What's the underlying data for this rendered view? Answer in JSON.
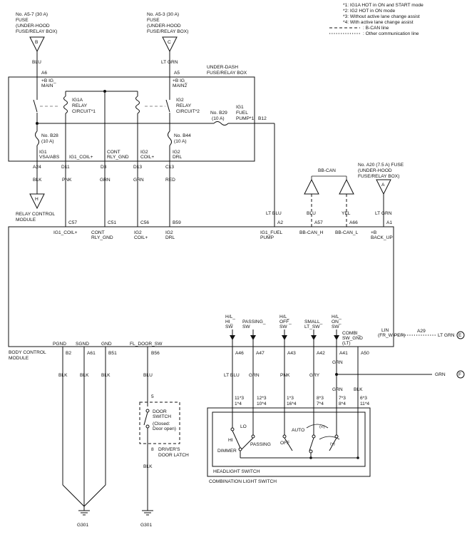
{
  "notes": [
    "*1: IG1A HOT in ON and START mode",
    "*2: IG2 HOT in ON mode",
    "*3: Without active lane change assist",
    "*4: With active lane change assist"
  ],
  "legend": {
    "bcan": ": B-CAN line",
    "other": ": Other communication line"
  },
  "fuses": {
    "a57": [
      "No. A5-7 (30 A)",
      "FUSE",
      "(UNDER-HOOD",
      "FUSE/RELAY BOX)"
    ],
    "a53": [
      "No. A5-3 (30 A)",
      "FUSE",
      "(UNDER-HOOD",
      "FUSE/RELAY BOX)"
    ],
    "a20": [
      "No. A20 (7.5 A) FUSE",
      "(UNDER-HOOD",
      "FUSE/RELAY BOX)"
    ],
    "b28": [
      "No. B28",
      "(10 A)"
    ],
    "b44": [
      "No. B44",
      "(10 A)"
    ],
    "b29": [
      "No. B29",
      "(10 A)"
    ]
  },
  "connectors": {
    "b": "B",
    "c": "C",
    "a": "A",
    "h": "H",
    "e": "E",
    "f": "F"
  },
  "wires": {
    "blu": "BLU",
    "ltgrn": "LT GRN",
    "blk": "BLK",
    "pnk": "PNK",
    "grn": "GRN",
    "red": "RED",
    "ltblu": "LT BLU",
    "yel": "YEL",
    "gry": "GRY"
  },
  "underdash": {
    "title": [
      "UNDER-DASH",
      "FUSE/RELAY BOX"
    ],
    "a6": "A6",
    "a5": "A5",
    "bigmain": [
      "+B IG_",
      "MAIN"
    ],
    "bigmain2": [
      "+B IG_",
      "MAIN2"
    ],
    "ig1a": [
      "IG1A",
      "RELAY",
      "CIRCUIT*1"
    ],
    "ig2": [
      "IG2",
      "RELAY",
      "CIRCUIT*2"
    ],
    "ig1fuel": [
      "IG1",
      "FUEL",
      "PUMP*1"
    ],
    "b12": "B12",
    "ig1vsa": [
      "IG1",
      "VSA/ABS"
    ],
    "ig1coil": "IG1_COIL+",
    "contrly": [
      "CONT",
      "RLY_GND"
    ],
    "ig2coil": [
      "IG2",
      "COIL+"
    ],
    "ig2drl": [
      "IG2",
      "DRL"
    ],
    "pins": [
      "A24",
      "D11",
      "D3",
      "D13",
      "C13"
    ]
  },
  "relay_module": {
    "label": [
      "RELAY CONTROL",
      "MODULE"
    ]
  },
  "bb_can": "BB-CAN",
  "bcm": {
    "label": [
      "BODY CONTROL",
      "MODULE"
    ],
    "top_pins": [
      "C57",
      "C51",
      "C56",
      "B59",
      "A2",
      "A57",
      "A66",
      "A1"
    ],
    "top_labels": {
      "ig1coil": "IG1_COIL+",
      "contrly": [
        "CONT",
        "RLY_GND"
      ],
      "ig2coil": [
        "IG2",
        "COIL+"
      ],
      "ig2drl": [
        "IG2",
        "DRL"
      ],
      "ig1fuel": [
        "IG1_FUEL",
        "PUMP"
      ],
      "bbcanh": "BB-CAN_H",
      "bbcanl": "BB-CAN_L",
      "backup": [
        "+B",
        "BACK_UP"
      ]
    },
    "bottom_pins": [
      "B2",
      "A61",
      "B51",
      "B56",
      "A46",
      "A47",
      "A43",
      "A42",
      "A41",
      "A50"
    ],
    "bottom_labels": {
      "pgnd": "PGND",
      "sgnd": "SGND",
      "gnd": "GND",
      "fldoor": "FL_DOOR_SW",
      "hlhi": [
        "H/L_",
        "HI_",
        "SW"
      ],
      "passing": [
        "PASSING_",
        "SW"
      ],
      "hloff": [
        "H/L_",
        "OFF_",
        "SW"
      ],
      "small": [
        "SMALL_",
        "LT_SW"
      ],
      "hlon": [
        "H/L_",
        "ON_",
        "SW"
      ],
      "combi": [
        "COMBI_",
        "SW_GND",
        "(LT)"
      ],
      "lin": [
        "LIN",
        "(FR_WIPER)"
      ],
      "a29": "A29"
    }
  },
  "door": {
    "pin5": "5",
    "pin8": "8",
    "label": [
      "DOOR",
      "SWITCH",
      "(Closed:",
      "Door open)"
    ],
    "name": [
      "DRIVER'S",
      "DOOR LATCH"
    ]
  },
  "switch_pins": [
    [
      "11*3",
      "1*4"
    ],
    [
      "12*3",
      "10*4"
    ],
    [
      "1*3",
      "16*4"
    ],
    [
      "8*3",
      "7*4"
    ],
    [
      "7*3",
      "8*4"
    ],
    [
      "6*3",
      "11*4"
    ]
  ],
  "combo": {
    "hi": "HI",
    "lo": "LO",
    "dimmer": "DIMMER",
    "passing": "PASSING",
    "off": "OFF",
    "auto": "AUTO",
    "hs": "HEADLIGHT SWITCH",
    "cls": "COMBINATION LIGHT SWITCH"
  },
  "grounds": {
    "g301a": "G301",
    "g301b": "G301"
  }
}
